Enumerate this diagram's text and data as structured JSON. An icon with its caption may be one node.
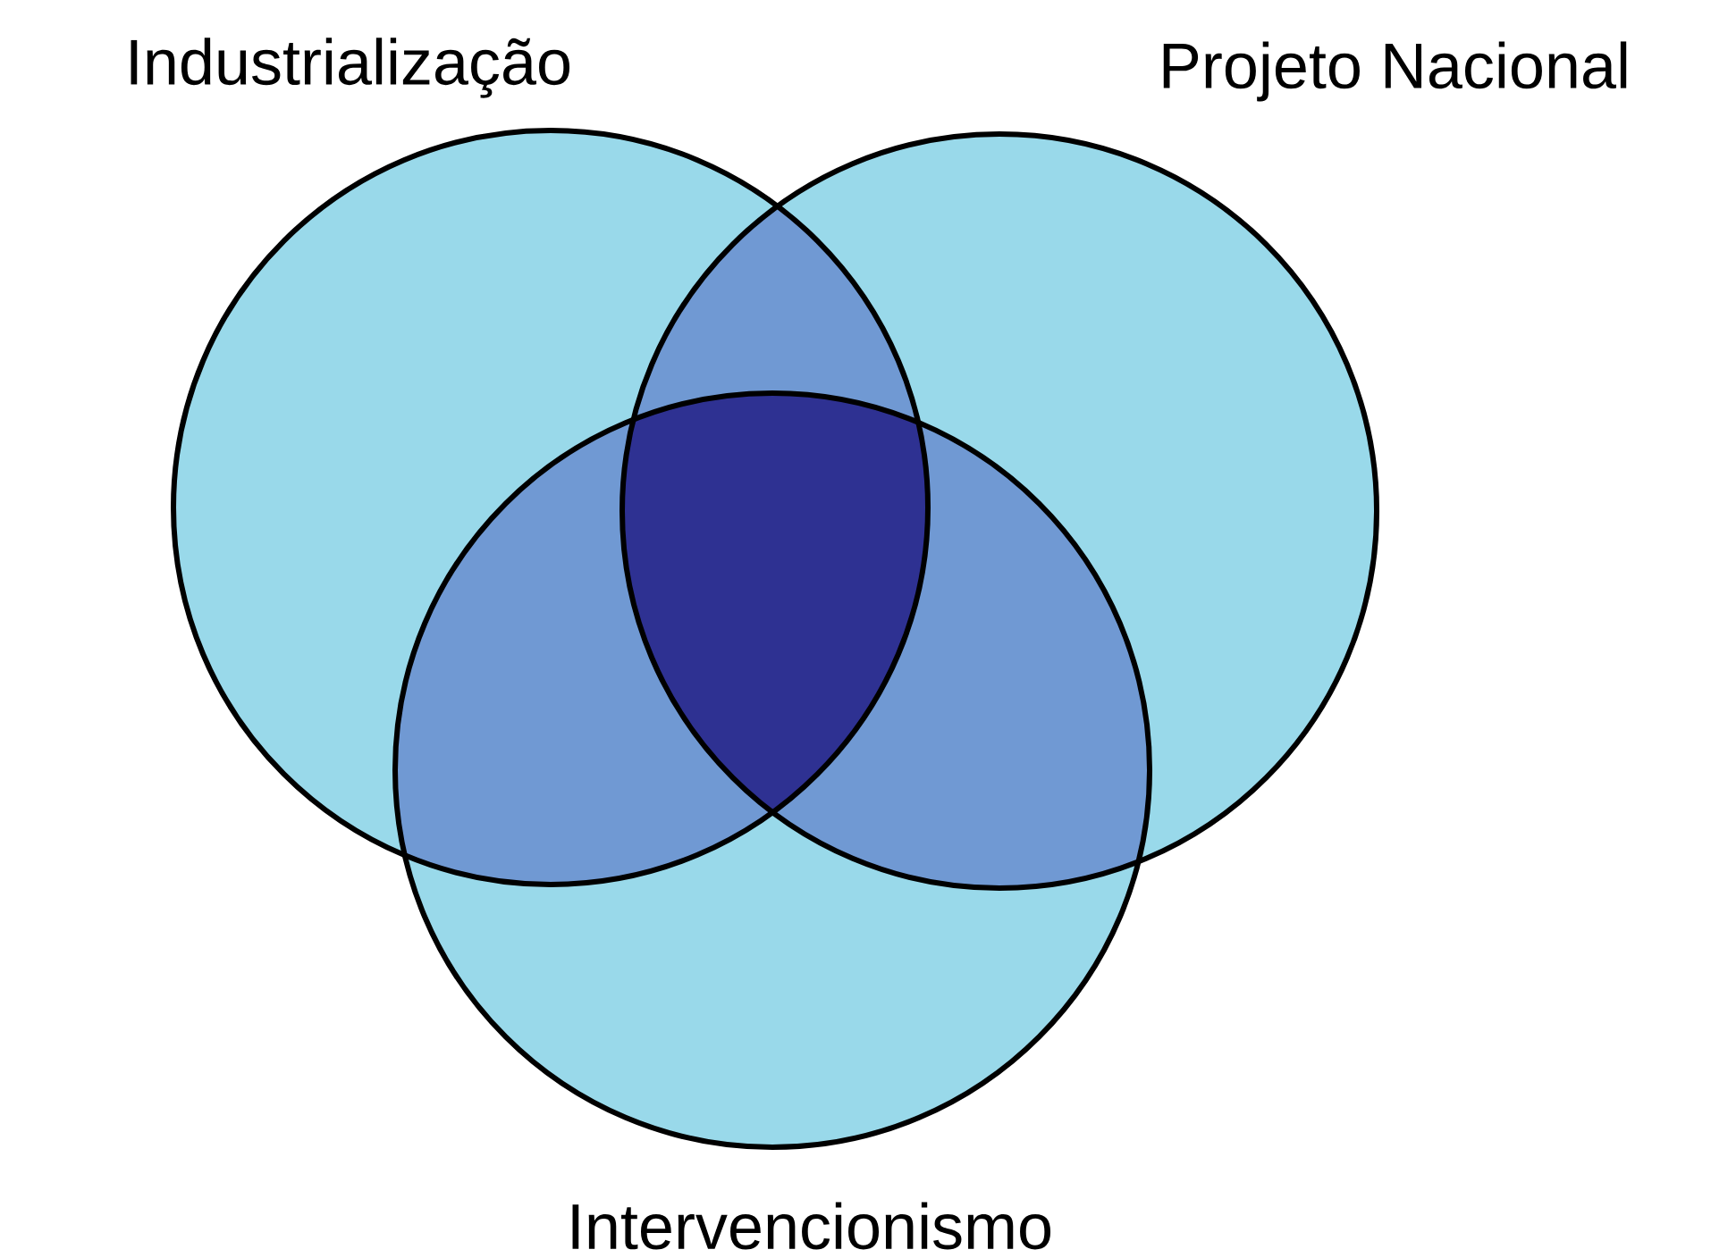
{
  "diagram": {
    "nodes": [
      {
        "text": [
          "Industrialização"
        ]
      },
      {
        "text": [
          "Projeto Nacional"
        ]
      },
      {
        "text": [
          "Intervencionismo"
        ]
      }
    ]
  }
}
